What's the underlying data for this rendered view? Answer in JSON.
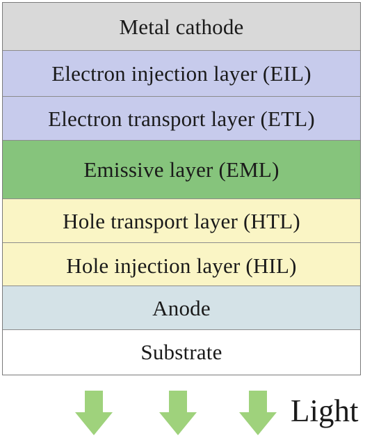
{
  "layers": [
    {
      "key": "metal-cathode",
      "label": "Metal cathode",
      "color": "#d9d9d9"
    },
    {
      "key": "eil",
      "label": "Electron injection layer (EIL)",
      "color": "#c7cbec"
    },
    {
      "key": "etl",
      "label": "Electron transport layer (ETL)",
      "color": "#c7cbec"
    },
    {
      "key": "eml",
      "label": "Emissive layer (EML)",
      "color": "#86c47c"
    },
    {
      "key": "htl",
      "label": "Hole transport layer (HTL)",
      "color": "#faf5c5"
    },
    {
      "key": "hil",
      "label": "Hole injection layer (HIL)",
      "color": "#faf5c5"
    },
    {
      "key": "anode",
      "label": "Anode",
      "color": "#d4e2e7"
    },
    {
      "key": "substrate",
      "label": "Substrate",
      "color": "#ffffff"
    }
  ],
  "light": {
    "label": "Light",
    "arrow_color": "#9fd27c",
    "arrow_count": 3,
    "arrow_icon": "down-arrow-icon"
  }
}
